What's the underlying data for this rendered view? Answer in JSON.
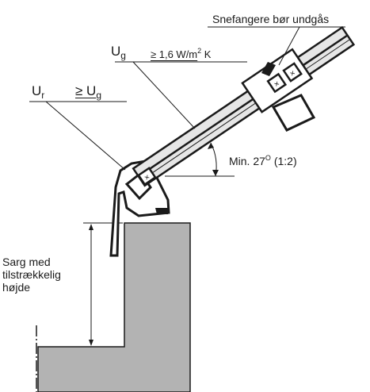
{
  "labels": {
    "snefangere": "Snefangere bør undgås",
    "ug_symbol": "U",
    "ug_sub": "g",
    "ug_value_prefix": "≥ 1,6 W/m",
    "ug_value_sup": "2",
    "ug_value_suffix": " K",
    "ur_symbol": "U",
    "ur_sub": "r",
    "ur_rel_prefix": "≥ U",
    "ur_rel_sub": "g",
    "min_angle_prefix": "Min. 27",
    "min_angle_sup": "O",
    "min_angle_suffix": " (1:2)",
    "sarg_line1": "Sarg med",
    "sarg_line2": "tilstrækkelig",
    "sarg_line3": "højde"
  },
  "colors": {
    "ink": "#1a1a1a",
    "concrete": "#b3b3b3",
    "glass": "#e6e6e6"
  }
}
